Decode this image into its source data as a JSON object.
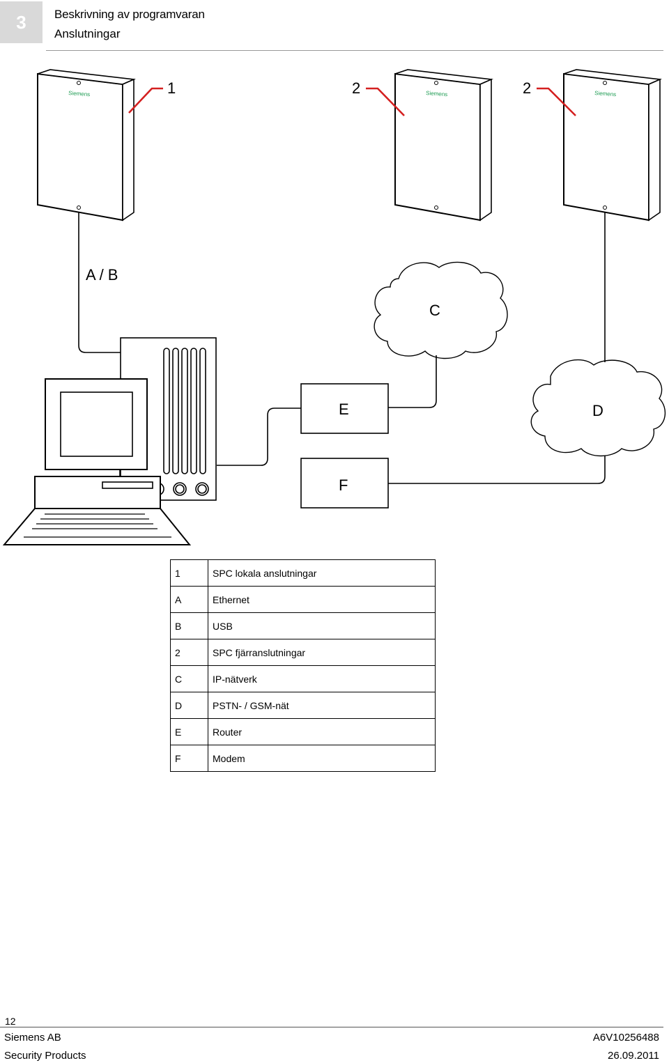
{
  "header": {
    "chapter_number": "3",
    "title": "Beskrivning av programvaran",
    "subtitle": "Anslutningar"
  },
  "diagram": {
    "panel_brand": "Siemens",
    "callouts": {
      "local_panel": "1",
      "remote_panel_1": "2",
      "remote_panel_2": "2",
      "local_link": "A / B",
      "ip_network": "C",
      "pstn_gsm": "D",
      "router": "E",
      "modem": "F"
    },
    "callout_color": "#d42020"
  },
  "legend": {
    "rows": [
      {
        "key": "1",
        "desc": "SPC lokala anslutningar"
      },
      {
        "key": "A",
        "desc": "Ethernet"
      },
      {
        "key": "B",
        "desc": "USB"
      },
      {
        "key": "2",
        "desc": "SPC fjärranslutningar"
      },
      {
        "key": "C",
        "desc": "IP-nätverk"
      },
      {
        "key": "D",
        "desc": "PSTN- / GSM-nät"
      },
      {
        "key": "E",
        "desc": "Router"
      },
      {
        "key": "F",
        "desc": "Modem"
      }
    ]
  },
  "footer": {
    "page_number": "12",
    "company": "Siemens AB",
    "division": "Security Products",
    "doc_id": "A6V10256488",
    "date": "26.09.2011"
  }
}
